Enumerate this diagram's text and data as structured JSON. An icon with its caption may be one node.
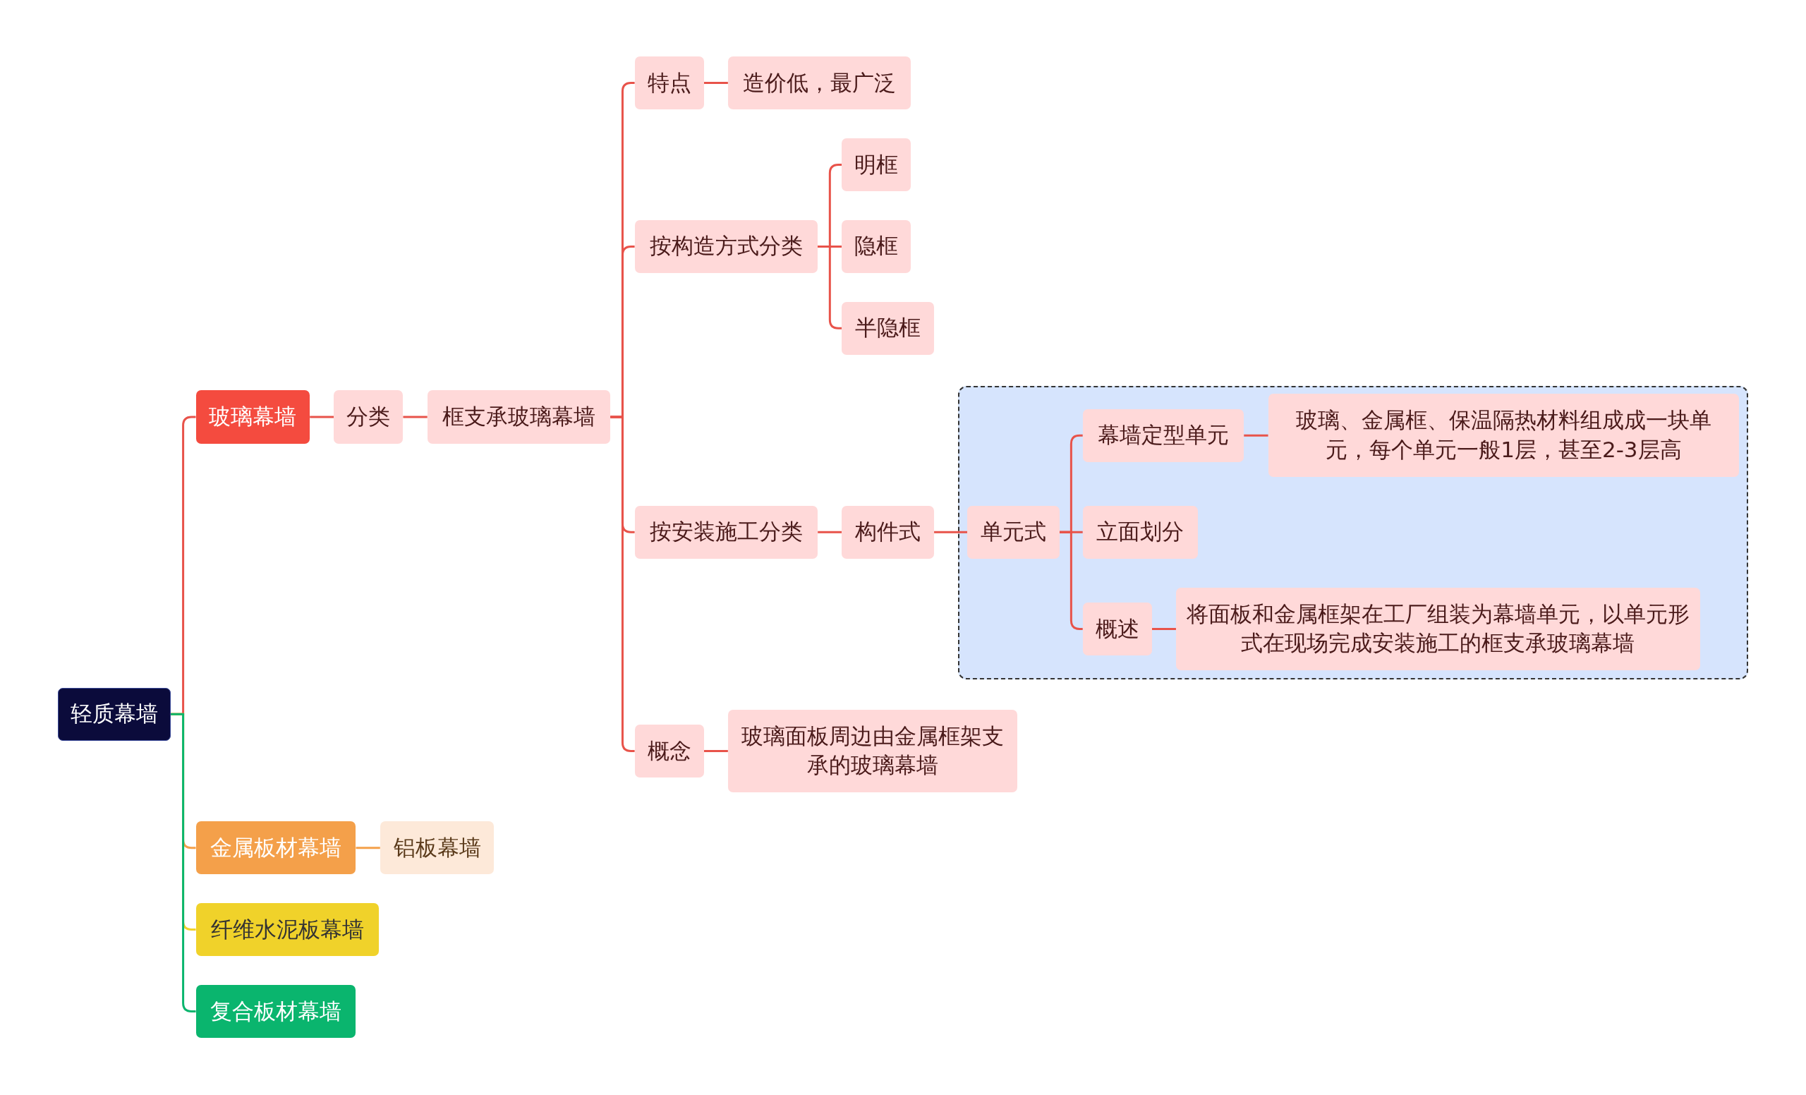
{
  "diagram": {
    "nodes": [
      {
        "text": [
          "轻质幕墙"
        ]
      },
      {
        "text": [
          "玻璃幕墙"
        ]
      },
      {
        "text": [
          "分类"
        ]
      },
      {
        "text": [
          "框支承玻璃幕墙"
        ]
      },
      {
        "text": [
          "特点"
        ]
      },
      {
        "text": [
          "造价低，最广泛"
        ]
      },
      {
        "text": [
          "按构造方式分类"
        ]
      },
      {
        "text": [
          "明框"
        ]
      },
      {
        "text": [
          "隐框"
        ]
      },
      {
        "text": [
          "半隐框"
        ]
      },
      {
        "text": [
          "按安装施工分类"
        ]
      },
      {
        "text": [
          "构件式"
        ]
      },
      {
        "text": [],
        "shape": "box"
      },
      {
        "text": [
          "单元式"
        ],
        "in": 12
      },
      {
        "text": [
          "幕墙定型单元"
        ],
        "in": 12
      },
      {
        "text": [
          "玻璃、金属框、保温隔热材料组成成一块单元，每个单元一般1层，甚至2-3层高"
        ],
        "in": 12
      },
      {
        "text": [
          "立面划分"
        ],
        "in": 12
      },
      {
        "text": [
          "概述"
        ],
        "in": 12
      },
      {
        "text": [
          "将面板和金属框架在工厂组装为幕墙单元，以单元形式在现场完成安装施工的框支承玻璃幕墙"
        ],
        "in": 12
      },
      {
        "text": [
          "概念"
        ]
      },
      {
        "text": [
          "玻璃面板周边由金属框架支承的玻璃幕墙"
        ]
      },
      {
        "text": [
          "金属板材幕墙"
        ]
      },
      {
        "text": [
          "铝板幕墙"
        ]
      },
      {
        "text": [
          "纤维水泥板幕墙"
        ]
      },
      {
        "text": [
          "复合板材幕墙"
        ]
      }
    ],
    "edges": [
      {
        "from": 0,
        "to": 1,
        "arrow": "none"
      },
      {
        "from": 1,
        "to": 2,
        "arrow": "none"
      },
      {
        "from": 2,
        "to": 3,
        "arrow": "none"
      },
      {
        "from": 3,
        "to": 4,
        "arrow": "none"
      },
      {
        "from": 4,
        "to": 5,
        "arrow": "none"
      },
      {
        "from": 3,
        "to": 6,
        "arrow": "none"
      },
      {
        "from": 6,
        "to": 7,
        "arrow": "none"
      },
      {
        "from": 6,
        "to": 8,
        "arrow": "none"
      },
      {
        "from": 6,
        "to": 9,
        "arrow": "none"
      },
      {
        "from": 3,
        "to": 10,
        "arrow": "none"
      },
      {
        "from": 10,
        "to": 11,
        "arrow": "none"
      },
      {
        "from": 11,
        "to": 13,
        "arrow": "none"
      },
      {
        "from": 13,
        "to": 14,
        "arrow": "none"
      },
      {
        "from": 14,
        "to": 15,
        "arrow": "none"
      },
      {
        "from": 13,
        "to": 16,
        "arrow": "none"
      },
      {
        "from": 13,
        "to": 17,
        "arrow": "none"
      },
      {
        "from": 17,
        "to": 18,
        "arrow": "none"
      },
      {
        "from": 3,
        "to": 19,
        "arrow": "none"
      },
      {
        "from": 19,
        "to": 20,
        "arrow": "none"
      },
      {
        "from": 0,
        "to": 21,
        "arrow": "none",
        "color": "#f4a04a"
      },
      {
        "from": 21,
        "to": 22,
        "arrow": "none",
        "color": "#f4a04a"
      },
      {
        "from": 0,
        "to": 23,
        "arrow": "none",
        "color": "#f0d22a"
      },
      {
        "from": 0,
        "to": 24,
        "arrow": "none",
        "color": "#0ab56e"
      }
    ]
  }
}
